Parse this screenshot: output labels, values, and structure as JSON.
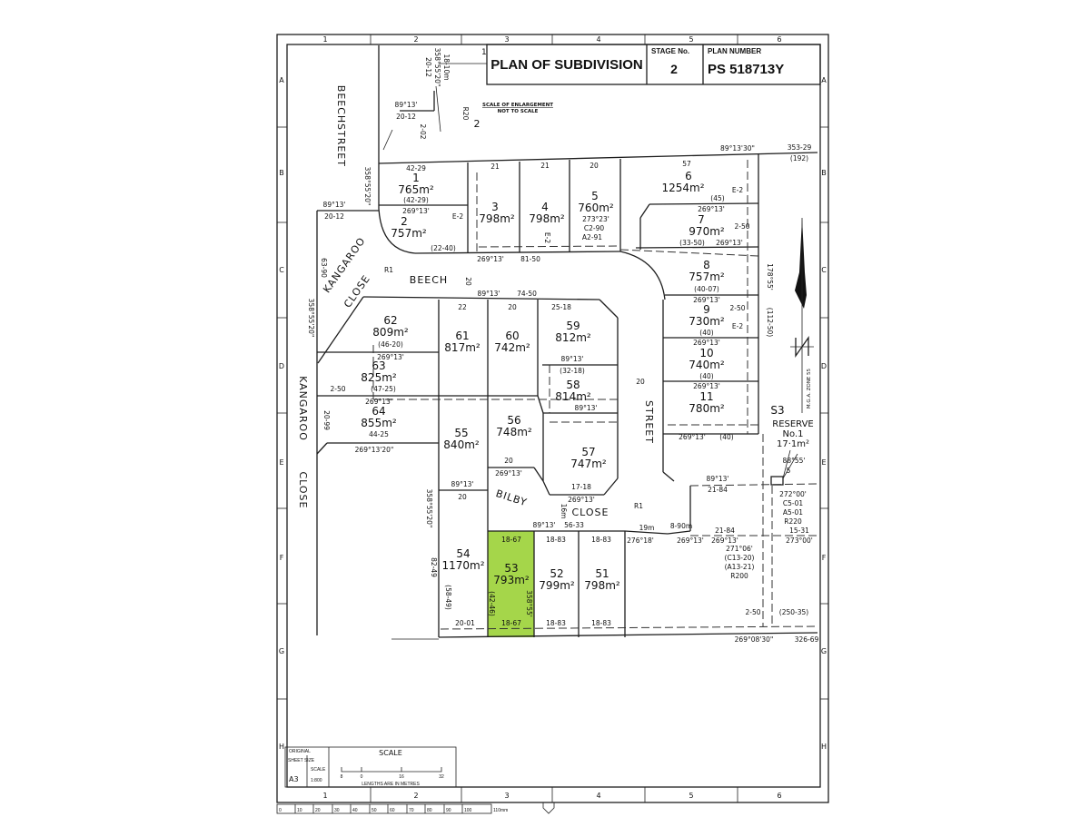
{
  "header": {
    "title": "PLAN OF SUBDIVISION",
    "stage_label": "STAGE No.",
    "stage_value": "2",
    "plan_label": "PLAN NUMBER",
    "plan_value": "PS 518713Y",
    "corner_number": "1"
  },
  "grid": {
    "cols": [
      "1",
      "2",
      "3",
      "4",
      "5",
      "6"
    ],
    "rows": [
      "A",
      "B",
      "C",
      "D",
      "E",
      "F",
      "G",
      "H"
    ]
  },
  "enlargement_note": {
    "line1": "SCALE OF ENLARGEMENT",
    "line2": "NOT TO SCALE",
    "lot_ref": "2"
  },
  "streets": {
    "beech_street_1": "BEECH",
    "beech_street_2": "STREET",
    "beech": "BEECH",
    "beech_width": "20",
    "kangaroo_close_diag": "KANGAROO",
    "close_diag": "CLOSE",
    "kangaroo": "KANGAROO",
    "kangaroo_close": "CLOSE",
    "bilby": "BILBY",
    "bilby_close": "CLOSE",
    "street": "STREET",
    "street_width": "20",
    "r1_a": "R1",
    "r1_b": "R1",
    "bilby_width": "16m"
  },
  "lots": [
    {
      "n": "1",
      "a": "765m²"
    },
    {
      "n": "2",
      "a": "757m²"
    },
    {
      "n": "3",
      "a": "798m²"
    },
    {
      "n": "4",
      "a": "798m²"
    },
    {
      "n": "5",
      "a": "760m²"
    },
    {
      "n": "6",
      "a": "1254m²"
    },
    {
      "n": "7",
      "a": "970m²"
    },
    {
      "n": "8",
      "a": "757m²"
    },
    {
      "n": "9",
      "a": "730m²"
    },
    {
      "n": "10",
      "a": "740m²"
    },
    {
      "n": "11",
      "a": "780m²"
    },
    {
      "n": "51",
      "a": "798m²"
    },
    {
      "n": "52",
      "a": "799m²"
    },
    {
      "n": "53",
      "a": "793m²"
    },
    {
      "n": "54",
      "a": "1170m²"
    },
    {
      "n": "55",
      "a": "840m²"
    },
    {
      "n": "56",
      "a": "748m²"
    },
    {
      "n": "57",
      "a": "747m²"
    },
    {
      "n": "58",
      "a": "814m²"
    },
    {
      "n": "59",
      "a": "812m²"
    },
    {
      "n": "60",
      "a": "742m²"
    },
    {
      "n": "61",
      "a": "817m²"
    },
    {
      "n": "62",
      "a": "809m²"
    },
    {
      "n": "63",
      "a": "825m²"
    },
    {
      "n": "64",
      "a": "855m²"
    }
  ],
  "highlight_color": "#a5d64a",
  "reserve": {
    "s3": "S3",
    "label": "RESERVE",
    "number": "No.1",
    "area": "17·1m²",
    "sub": "5"
  },
  "north": {
    "zone": "M.G.A. ZONE 55",
    "symbol": "N"
  },
  "dimensions": [
    "18-10m",
    "358°55'20\"",
    "20-12",
    "89°13'",
    "20-12",
    "2-02",
    "R20",
    "89°13'30\"",
    "353-29",
    "(192)",
    "42-29",
    "(42-29)",
    "269°13'",
    "358°55'20\"",
    "89°13'",
    "20-12",
    "21",
    "21",
    "20",
    "57",
    "269°13'",
    "81-50",
    "(22-40)",
    "273°23'",
    "C2-90",
    "A2-91",
    "(45)",
    "269°13'",
    "(33-50)",
    "269°13'",
    "(40-07)",
    "269°13'",
    "(40)",
    "269°13'",
    "(40)",
    "269°13'",
    "269°13'",
    "(40)",
    "178°55'",
    "(112-50)",
    "89°13'",
    "74-50",
    "22",
    "20",
    "25-18",
    "(46-20)",
    "269°13'",
    "(47-25)",
    "269°13'",
    "44-25",
    "269°13'20\"",
    "89°13'",
    "(32-18)",
    "89°13'",
    "20",
    "269°13'",
    "17-18",
    "269°13'",
    "89°13'",
    "20",
    "89°13'",
    "56-33",
    "19m",
    "276°18'",
    "8-90m",
    "269°13'",
    "18-67",
    "18-83",
    "18-83",
    "(42-46)",
    "358°55'",
    "(58-49)",
    "82-49",
    "358°55'20\"",
    "20-01",
    "18-67",
    "18-83",
    "18-83",
    "269°08'30\"",
    "326-69",
    "(250-35)",
    "271°06'",
    "(C13-20)",
    "(A13-21)",
    "R200",
    "272°00'",
    "C5-01",
    "A5-01",
    "R220",
    "15-31",
    "273°00'",
    "21-84",
    "269°13'",
    "89°13'",
    "21-84",
    "88°55'",
    "63-90",
    "20-99",
    "358°55'20\"",
    "E-2",
    "E-2",
    "E-2",
    "E-2",
    "2-50",
    "2-50",
    "2-50",
    "2-50"
  ],
  "scale_box": {
    "original": "ORIGINAL",
    "sheet_size": "SHEET SIZE",
    "size": "A3",
    "scale_col": "SCALE",
    "scale_value": "1:800",
    "title": "SCALE",
    "ticks": [
      "8",
      "0",
      "16",
      "32"
    ],
    "note": "LENGTHS ARE IN METRES"
  },
  "ruler": [
    "0",
    "10",
    "20",
    "30",
    "40",
    "50",
    "60",
    "70",
    "80",
    "90",
    "100",
    "110mm"
  ]
}
